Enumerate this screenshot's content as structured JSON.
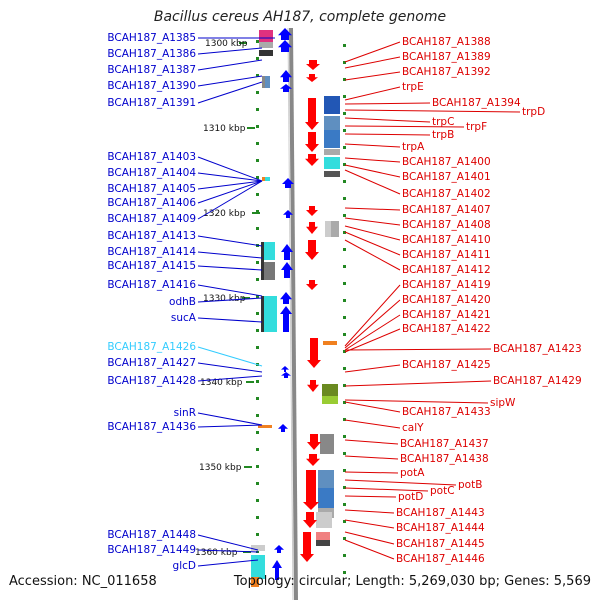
{
  "title": "Bacillus cereus AH187, complete genome",
  "accession": "Accession: NC_011658",
  "topology": "Topology: circular; Length: 5,269,030 bp; Genes: 5,569",
  "scale": [
    {
      "label": "1300 kbp",
      "pos": 1300
    },
    {
      "label": "1310 kbp",
      "pos": 1310
    },
    {
      "label": "1320 kbp",
      "pos": 1320
    },
    {
      "label": "1330 kbp",
      "pos": 1330
    },
    {
      "label": "1340 kbp",
      "pos": 1340
    },
    {
      "label": "1350 kbp",
      "pos": 1350
    },
    {
      "label": "1360 kbp",
      "pos": 1360
    }
  ],
  "left_genes": [
    {
      "name": "BCAH187_A1385",
      "color": "#0000cc"
    },
    {
      "name": "BCAH187_A1386",
      "color": "#0000cc"
    },
    {
      "name": "BCAH187_A1387",
      "color": "#0000cc"
    },
    {
      "name": "BCAH187_A1390",
      "color": "#0000cc"
    },
    {
      "name": "BCAH187_A1391",
      "color": "#0000cc"
    },
    {
      "name": "BCAH187_A1403",
      "color": "#0000cc"
    },
    {
      "name": "BCAH187_A1404",
      "color": "#0000cc"
    },
    {
      "name": "BCAH187_A1405",
      "color": "#0000cc"
    },
    {
      "name": "BCAH187_A1406",
      "color": "#0000cc"
    },
    {
      "name": "BCAH187_A1409",
      "color": "#0000cc"
    },
    {
      "name": "BCAH187_A1413",
      "color": "#0000cc"
    },
    {
      "name": "BCAH187_A1414",
      "color": "#0000cc"
    },
    {
      "name": "BCAH187_A1415",
      "color": "#0000cc"
    },
    {
      "name": "BCAH187_A1416",
      "color": "#0000cc"
    },
    {
      "name": "odhB",
      "color": "#0000cc"
    },
    {
      "name": "sucA",
      "color": "#0000cc"
    },
    {
      "name": "BCAH187_A1426",
      "color": "#33ccff"
    },
    {
      "name": "BCAH187_A1427",
      "color": "#0000cc"
    },
    {
      "name": "BCAH187_A1428",
      "color": "#0000cc"
    },
    {
      "name": "sinR",
      "color": "#0000cc"
    },
    {
      "name": "BCAH187_A1436",
      "color": "#0000cc"
    },
    {
      "name": "BCAH187_A1448",
      "color": "#0000cc"
    },
    {
      "name": "BCAH187_A1449",
      "color": "#0000cc"
    },
    {
      "name": "glcD",
      "color": "#0000cc"
    }
  ],
  "right_genes": [
    {
      "name": "BCAH187_A1388"
    },
    {
      "name": "BCAH187_A1389"
    },
    {
      "name": "BCAH187_A1392"
    },
    {
      "name": "trpE"
    },
    {
      "name": "BCAH187_A1394"
    },
    {
      "name": "trpD"
    },
    {
      "name": "trpC"
    },
    {
      "name": "trpF"
    },
    {
      "name": "trpB"
    },
    {
      "name": "trpA"
    },
    {
      "name": "BCAH187_A1400"
    },
    {
      "name": "BCAH187_A1401"
    },
    {
      "name": "BCAH187_A1402"
    },
    {
      "name": "BCAH187_A1407"
    },
    {
      "name": "BCAH187_A1408"
    },
    {
      "name": "BCAH187_A1410"
    },
    {
      "name": "BCAH187_A1411"
    },
    {
      "name": "BCAH187_A1412"
    },
    {
      "name": "BCAH187_A1419"
    },
    {
      "name": "BCAH187_A1420"
    },
    {
      "name": "BCAH187_A1421"
    },
    {
      "name": "BCAH187_A1422"
    },
    {
      "name": "BCAH187_A1423"
    },
    {
      "name": "BCAH187_A1425"
    },
    {
      "name": "BCAH187_A1429"
    },
    {
      "name": "sipW"
    },
    {
      "name": "BCAH187_A1433"
    },
    {
      "name": "calY"
    },
    {
      "name": "BCAH187_A1437"
    },
    {
      "name": "BCAH187_A1438"
    },
    {
      "name": "potA"
    },
    {
      "name": "potB"
    },
    {
      "name": "potC"
    },
    {
      "name": "potD"
    },
    {
      "name": "BCAH187_A1443"
    },
    {
      "name": "BCAH187_A1444"
    },
    {
      "name": "BCAH187_A1445"
    },
    {
      "name": "BCAH187_A1446"
    }
  ],
  "colors": {
    "forward_strand": "#0000ff",
    "reverse_strand": "#ff0000",
    "left_label": "#0000cc",
    "right_label": "#dd0000",
    "highlight_label": "#33ccff",
    "backbone": "#888888",
    "tick_marks": "#228822"
  }
}
